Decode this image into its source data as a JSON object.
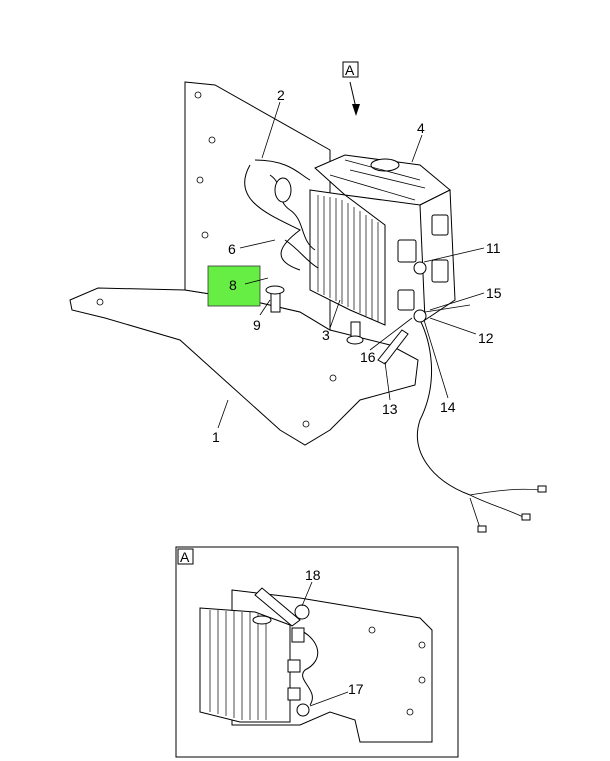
{
  "view_marker": "A",
  "inset_marker": "A",
  "highlight_color": "#66ee44",
  "callouts": {
    "c1": "1",
    "c2": "2",
    "c3": "3",
    "c4": "4",
    "c5": "6",
    "c8": "8",
    "c9": "9",
    "c11": "11",
    "c12": "12",
    "c13": "13",
    "c14": "14",
    "c15": "15",
    "c16": "16",
    "c17": "17",
    "c18": "18"
  }
}
